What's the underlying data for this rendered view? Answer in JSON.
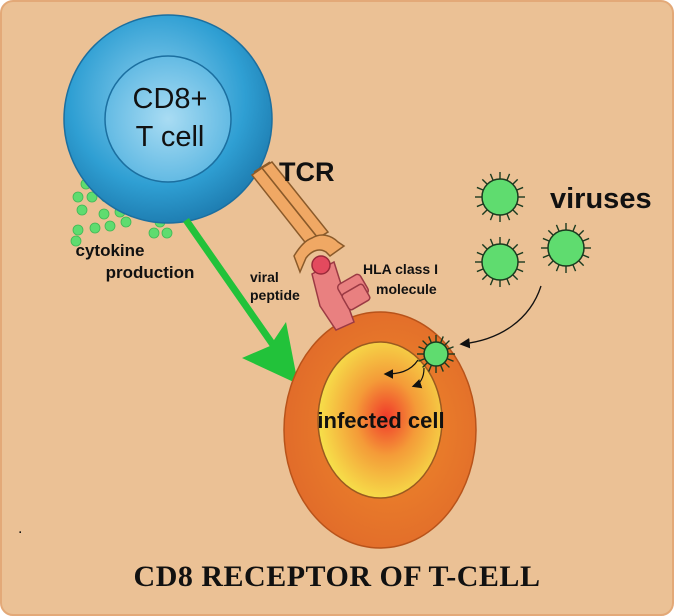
{
  "colors": {
    "background": "#ebc195",
    "border": "#e3a978",
    "tcell_blue": "#2f9fd3",
    "virus_green": "#5fdc6f",
    "arrow_green": "#22c23a",
    "tcr_orange": "#f0a864",
    "hla_pink": "#e98080",
    "infected_outer": "#e8782a",
    "infected_inner": "#f6df48"
  },
  "labels": {
    "tcell_line1": "CD8+",
    "tcell_line2": "T cell",
    "tcr": "TCR",
    "cytokine_line1": "cytokine",
    "cytokine_line2": "production",
    "viral_line1": "viral",
    "viral_line2": "peptide",
    "hla_line1": "HLA class I",
    "hla_line2": "molecule",
    "viruses": "viruses",
    "infected_cell": "infected cell",
    "dot_mark": "."
  },
  "title": "CD8 RECEPTOR OF T-CELL"
}
